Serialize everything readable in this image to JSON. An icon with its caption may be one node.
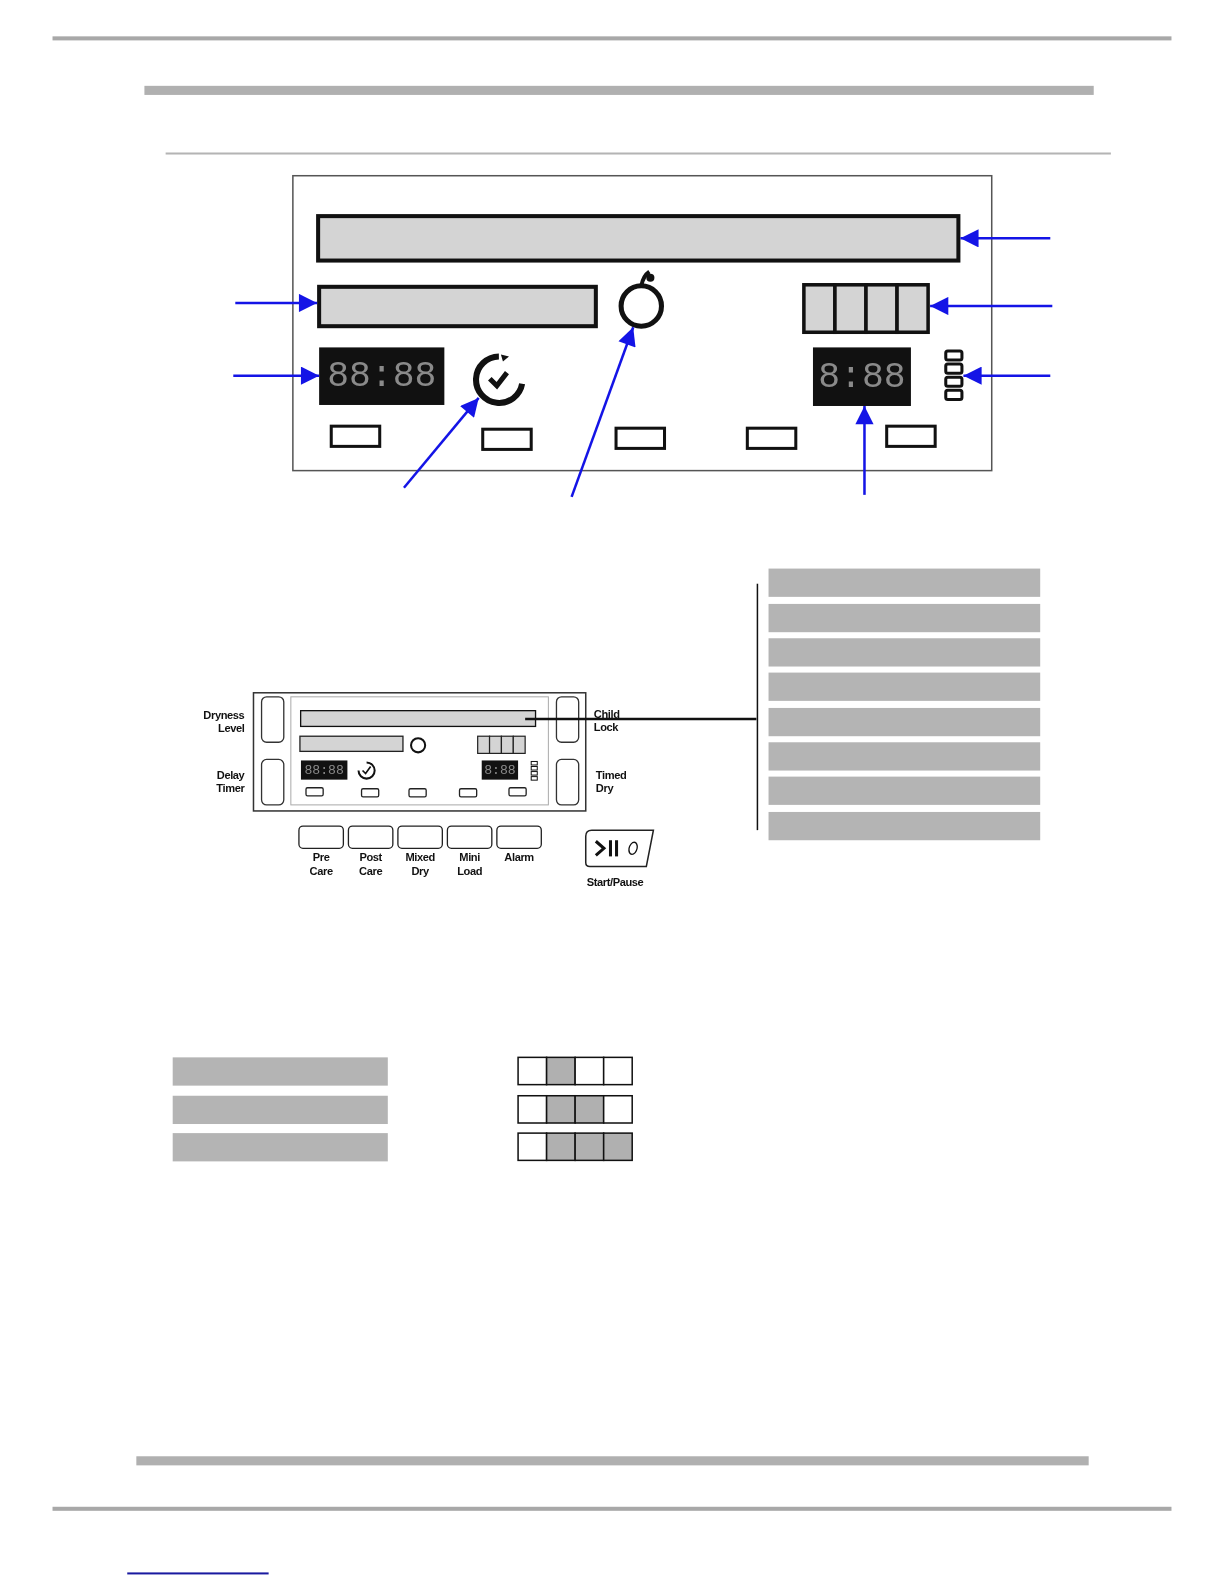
{
  "diagram": {
    "nodes": [
      {
        "text": [],
        "shape": "bar"
      },
      {
        "text": [],
        "shape": "bar"
      },
      {
        "text": [],
        "shape": "box"
      },
      {
        "text": [
          "88:88"
        ]
      },
      {
        "text": [],
        "shape": "clock"
      },
      {
        "text": [],
        "shape": "head"
      },
      {
        "text": [
          "8:88"
        ]
      },
      {
        "text": [],
        "shape": "bar"
      },
      {
        "text": [],
        "shape": "bar"
      },
      {
        "text": [],
        "shape": "bracket"
      }
    ],
    "edges": [
      {
        "from": null,
        "to": 0,
        "arrow": "to"
      },
      {
        "from": null,
        "to": 1,
        "arrow": "to"
      },
      {
        "from": null,
        "to": 2,
        "arrow": "to"
      },
      {
        "from": null,
        "to": 3,
        "arrow": "to"
      },
      {
        "from": null,
        "to": 7,
        "arrow": "to"
      },
      {
        "from": null,
        "to": 4,
        "arrow": "to"
      },
      {
        "from": null,
        "to": 5,
        "arrow": "to"
      },
      {
        "from": null,
        "to": 6,
        "arrow": "to"
      },
      {
        "from": 8,
        "to": 9,
        "arrow": "none",
        "color": "#111111"
      }
    ],
    "labels": [
      "Dryness Level",
      "Child Lock",
      "Delay Timer",
      "Timed Dry",
      "88:88",
      "8:88",
      "Pre Care",
      "Post Care",
      "Mixed Dry",
      "Mini Load",
      "Alarm",
      "Start/Pause"
    ]
  }
}
